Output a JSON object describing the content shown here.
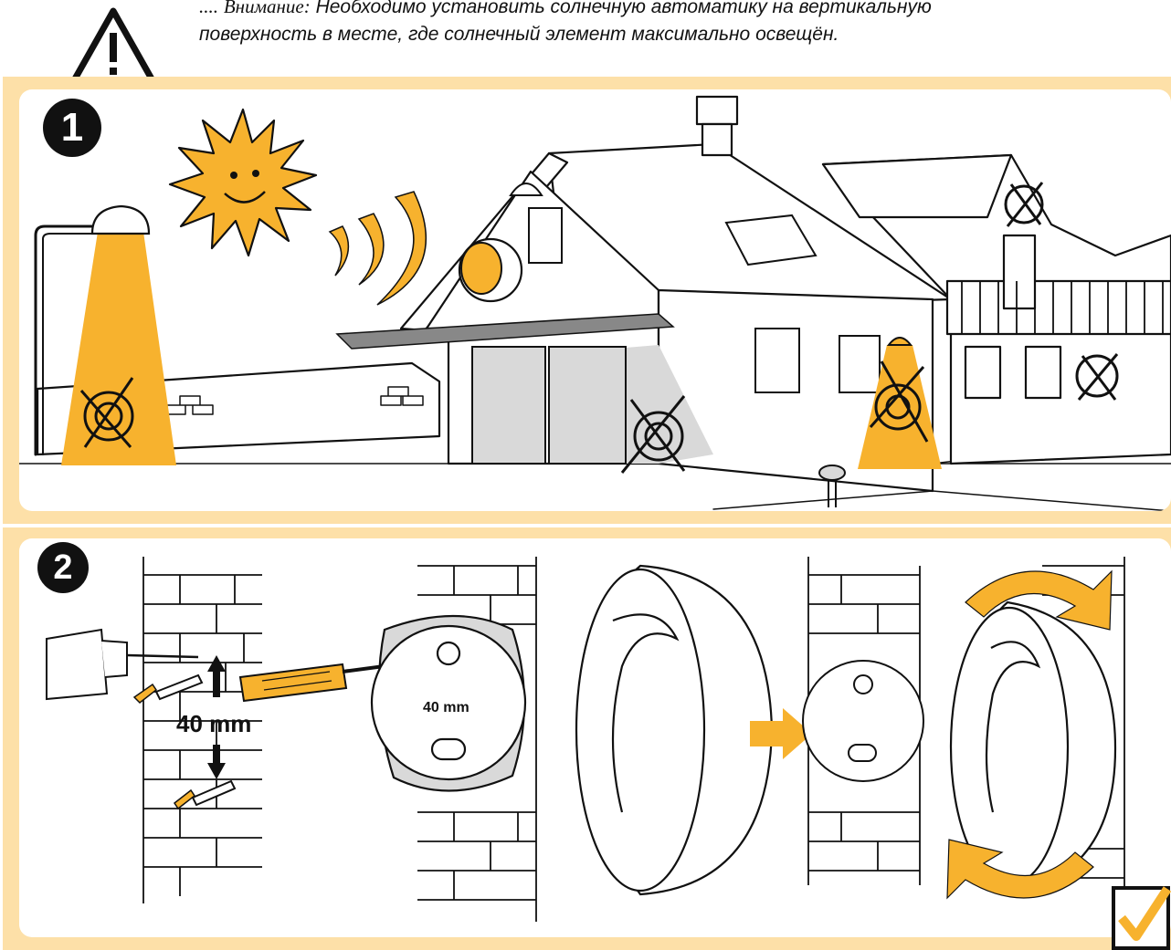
{
  "warning": {
    "icon": "warning-triangle-icon",
    "prefix": "....",
    "lead": "Внимание:",
    "line1_rest": "Необходимо установить солнечную автоматику на вертикальную",
    "line2": "поверхность в месте, где солнечный элемент максимально освещён."
  },
  "step1": {
    "number": "1",
    "icons": [
      "sun-icon",
      "house-icon",
      "awning-icon",
      "lamp-icon",
      "crossed-sensor-icon",
      "sensor-ok-icon"
    ]
  },
  "step2": {
    "number": "2",
    "distance_label": "40 mm",
    "plate_label": "40 mm",
    "icons": [
      "drill-icon",
      "screwdriver-icon",
      "wall-plate-icon",
      "sensor-dome-icon",
      "arrow-right-icon",
      "rotate-arrows-icon"
    ]
  },
  "check": {
    "icon": "checkmark-icon"
  },
  "colors": {
    "accent": "#f7b22e",
    "panel_bg": "#fde0a8",
    "line": "#111111",
    "shade": "#d9d9d9"
  }
}
